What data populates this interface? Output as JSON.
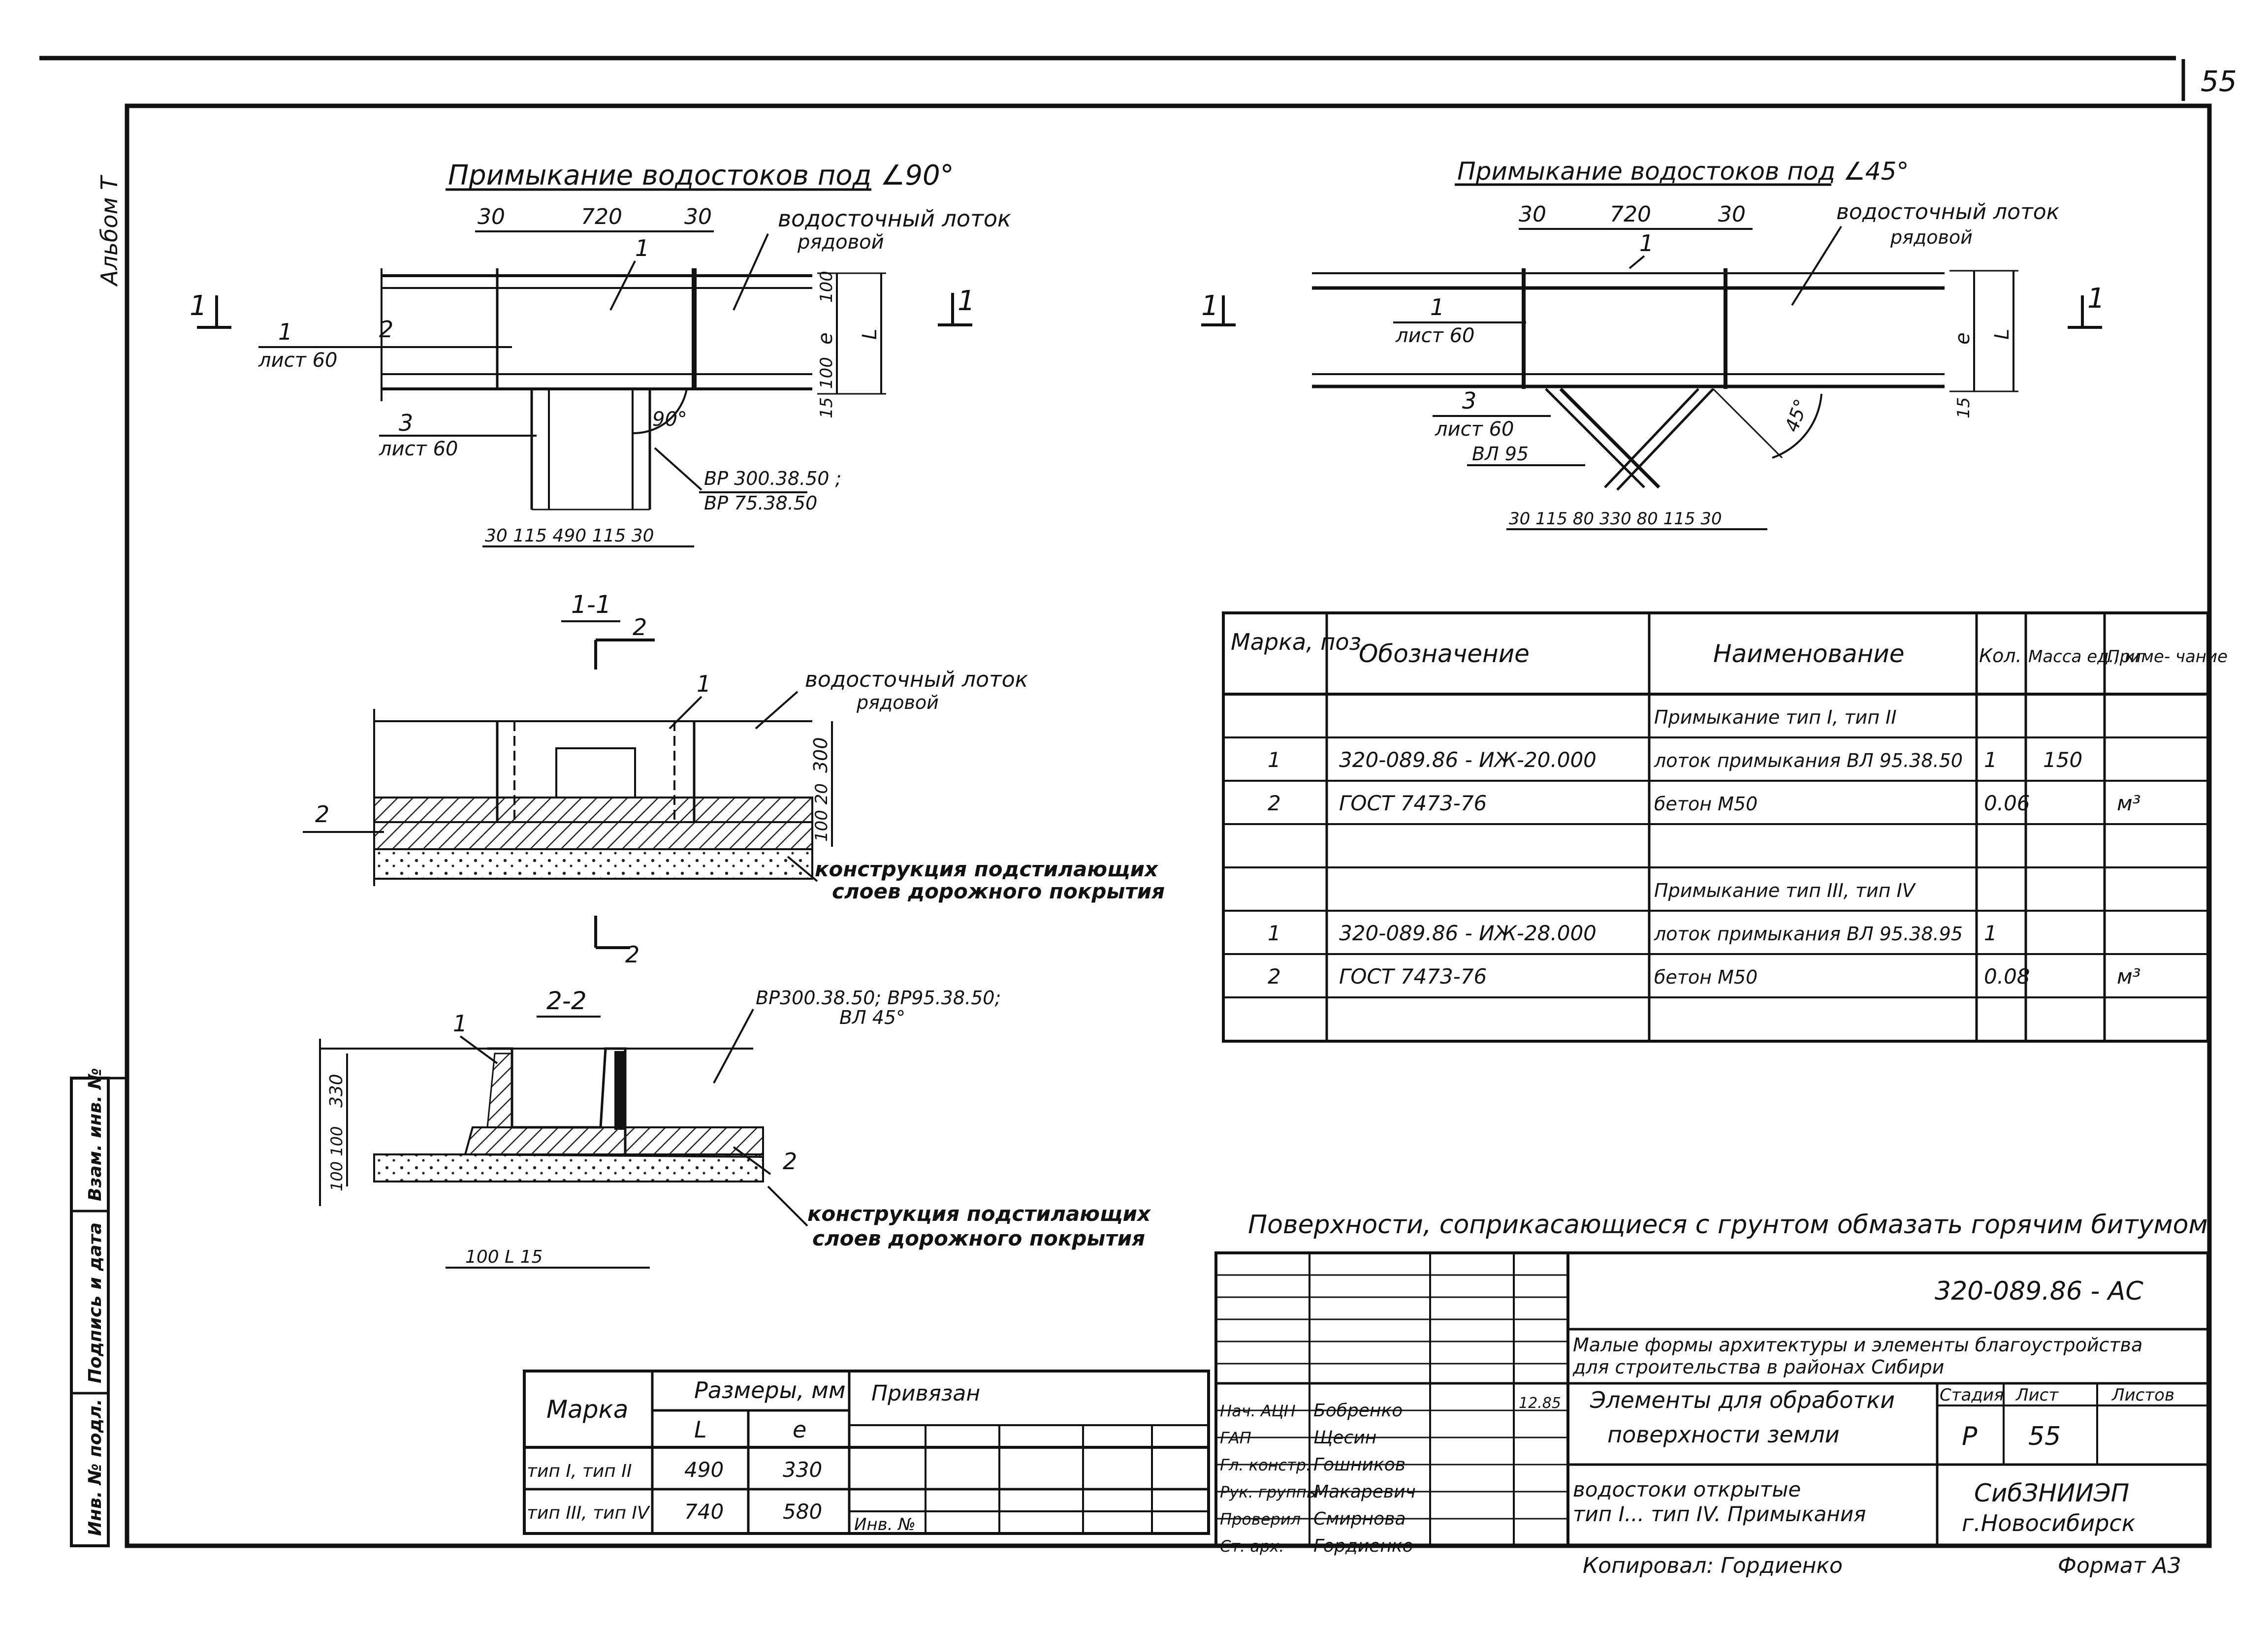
{
  "page_number": "55",
  "album_label": "Альбом Т",
  "drawing_90": {
    "title": "Примыкание водостоков под ∠90°",
    "dim_30_left": "30",
    "dim_720": "720",
    "dim_30_right": "30",
    "tray_label": "водосточный лоток",
    "tray_sub": "рядовой",
    "pos_1": "1",
    "pos_2": "2",
    "pos_3": "3",
    "section_mark": "1",
    "sheet_ref_1": "1",
    "sheet_ref_1b": "лист 60",
    "sheet_ref_3b": "лист 60",
    "angle": "90°",
    "elem_ref": "ВР 300.38.50 ;",
    "elem_ref2": "ВР 75.38.50",
    "dim_right_1": "100",
    "dim_right_e": "e",
    "dim_right_L": "L",
    "dim_right_3": "100",
    "dim_right_4": "15",
    "bottom_dims": "30 115 490 115 30"
  },
  "drawing_45": {
    "title": "Примыкание водостоков под ∠45°",
    "dim_30_left": "30",
    "dim_720": "720",
    "dim_30_right": "30",
    "tray_label": "водосточный лоток",
    "tray_sub": "рядовой",
    "pos_1": "1",
    "section_mark": "1",
    "sheet_ref_1": "1",
    "sheet_ref_1b": "лист 60",
    "sheet_ref_3": "3",
    "sheet_ref_3b": "лист 60",
    "elem_ref": "ВЛ 95",
    "angle": "45°",
    "dim_right_e": "e",
    "dim_right_L": "L",
    "dim_right_4": "15",
    "bottom_dims": "30 115 80 330 80 115 30"
  },
  "section_1_1": {
    "title": "1-1",
    "mark": "2",
    "pos_1": "1",
    "pos_2": "2",
    "tray_label": "водосточный лоток",
    "tray_sub": "рядовой",
    "dim_300": "300",
    "dim_small": "100 20",
    "note_1": "конструкция подстилающих",
    "note_2": "слоев дорожного покрытия"
  },
  "section_2_2": {
    "title": "2-2",
    "pos_1": "1",
    "pos_2": "2",
    "elem_ref_1": "ВР300.38.50; ВР95.38.50;",
    "elem_ref_2": "ВЛ 45°",
    "dim_left": "330",
    "dim_left2": "100 100",
    "dim_bottom": "100   L   15",
    "note_1": "конструкция подстилающих",
    "note_2": "слоев дорожного покрытия"
  },
  "spec_table": {
    "headers": [
      "Марка, поз.",
      "Обозначение",
      "Наименование",
      "Кол.",
      "Масса ед., кг",
      "Приме- чание"
    ],
    "rows": [
      [
        "",
        "",
        "Примыкание тип I, тип II",
        "",
        "",
        ""
      ],
      [
        "1",
        "320-089.86 - ИЖ-20.000",
        "лоток примыкания ВЛ 95.38.50",
        "1",
        "150",
        ""
      ],
      [
        "2",
        "ГОСТ 7473-76",
        "бетон М50",
        "0.06",
        "",
        "м³"
      ],
      [
        "",
        "",
        "",
        "",
        "",
        ""
      ],
      [
        "",
        "",
        "Примыкание тип III, тип IV",
        "",
        "",
        ""
      ],
      [
        "1",
        "320-089.86 - ИЖ-28.000",
        "лоток примыкания ВЛ 95.38.95",
        "1",
        "",
        ""
      ],
      [
        "2",
        "ГОСТ 7473-76",
        "бетон М50",
        "0.08",
        "",
        "м³"
      ],
      [
        "",
        "",
        "",
        "",
        "",
        ""
      ]
    ]
  },
  "note_text": "Поверхности, соприкасающиеся с грунтом обмазать горячим битумом",
  "size_table": {
    "h_mark": "Марка",
    "h_sizes": "Размеры, мм",
    "h_L": "L",
    "h_e": "e",
    "h_binding": "Привязан",
    "rows": [
      [
        "тип I, тип II",
        "490",
        "330"
      ],
      [
        "тип III, тип IV",
        "740",
        "580"
      ]
    ],
    "inv_label": "Инв. №"
  },
  "title_block": {
    "doc_code": "320-089.86 - АС",
    "project_1": "Малые формы архитектуры и элементы благоустройства",
    "project_2": "для строительства в районах Сибири",
    "sheet_title_1": "Элементы для обработки",
    "sheet_title_2": "поверхности земли",
    "drawing_title_1": "водостоки открытые",
    "drawing_title_2": "тип I... тип IV. Примыкания",
    "h_stage": "Стадия",
    "h_sheet": "Лист",
    "h_sheets": "Листов",
    "stage": "Р",
    "sheet": "55",
    "org_1": "СибЗНИИЭП",
    "org_2": "г.Новосибирск",
    "date": "12.85",
    "roles": [
      [
        "Нач. АЦН",
        "Бобренко"
      ],
      [
        "ГАП",
        "Щесин"
      ],
      [
        "Гл. констр.",
        "Гошников"
      ],
      [
        "Рук. группы",
        "Макаревич"
      ],
      [
        "Проверил",
        "Смирнова"
      ],
      [
        "Ст. арх.",
        "Гордиенко"
      ]
    ],
    "copied": "Копировал: Гордиенко",
    "format": "Формат А3"
  },
  "left_strip": {
    "stamp_1": "Взам. инв. №",
    "stamp_2": "Подпись и дата",
    "stamp_3": "Инв. № подл."
  }
}
